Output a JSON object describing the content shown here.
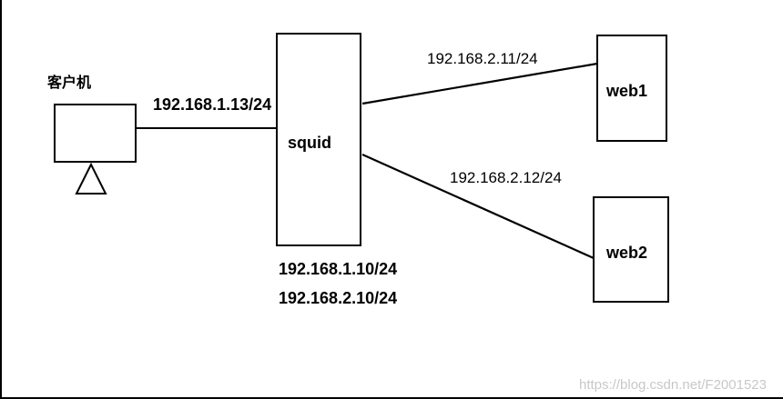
{
  "client": {
    "label": "客户机",
    "ip": "192.168.1.13/24"
  },
  "squid": {
    "label": "squid",
    "ip_lan": "192.168.1.10/24",
    "ip_web": "192.168.2.10/24"
  },
  "web1": {
    "label": "web1",
    "ip": "192.168.2.11/24"
  },
  "web2": {
    "label": "web2",
    "ip": "192.168.2.12/24"
  },
  "watermark": "https://blog.csdn.net/F2001523"
}
